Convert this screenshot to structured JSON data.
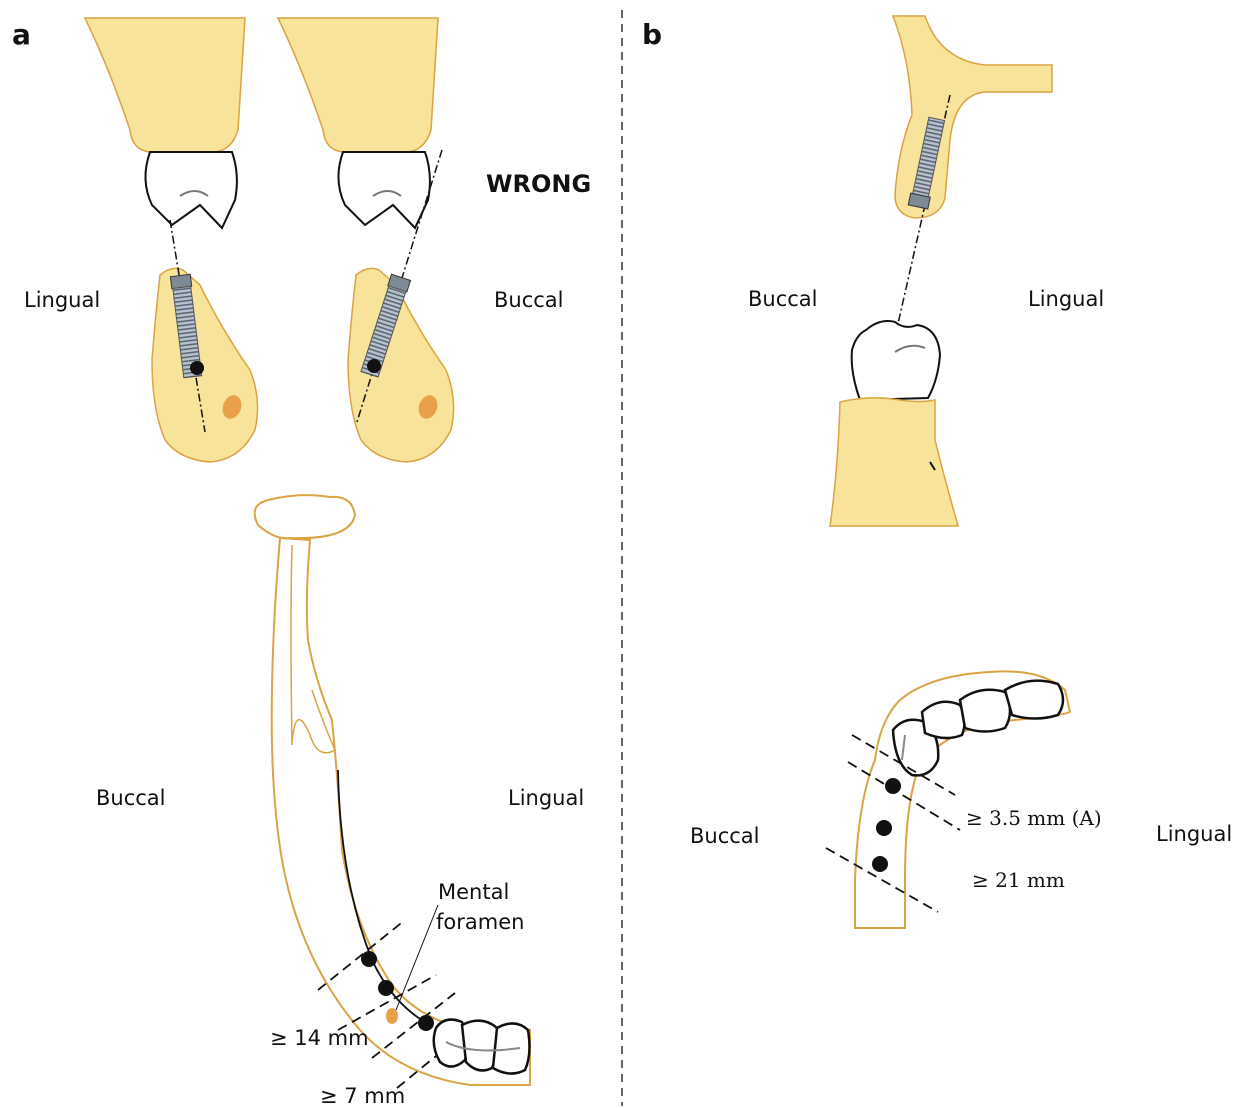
{
  "panels": {
    "a": {
      "letter": "a",
      "wrong_label": "WRONG",
      "top_left_side_label": "Lingual",
      "top_right_side_label": "Buccal",
      "bottom_left_side_label": "Buccal",
      "bottom_right_side_label": "Lingual",
      "mental_foramen_line1": "Mental",
      "mental_foramen_line2": "foramen",
      "dist_14": "≥ 14 mm",
      "dist_7": "≥ 7 mm"
    },
    "b": {
      "letter": "b",
      "top_left_side_label": "Buccal",
      "top_right_side_label": "Lingual",
      "bottom_left_side_label": "Buccal",
      "bottom_right_side_label": "Lingual",
      "dist_35": "≥ 3.5 mm (A)",
      "dist_21": "≥ 21 mm"
    }
  },
  "colors": {
    "bone": "#f8e39a",
    "bone_outline": "#d9a441",
    "foramen": "#e8a04a",
    "implant": "#9aa6b4",
    "line": "#111111"
  }
}
